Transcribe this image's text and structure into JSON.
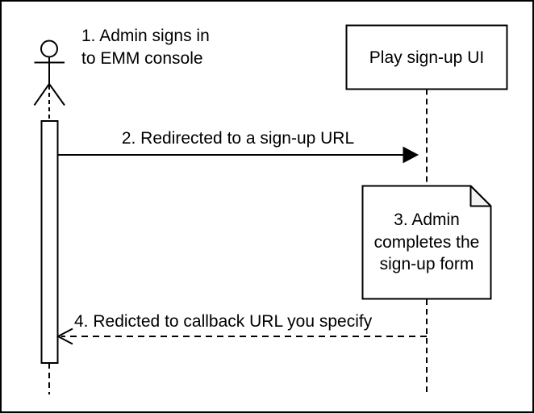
{
  "diagram": {
    "type": "sequence-diagram",
    "colors": {
      "background": "#ffffff",
      "stroke": "#000000",
      "note_fold_fill": "#f2f2f2"
    },
    "actor": {
      "step1_label_line1": "1. Admin signs in",
      "step1_label_line2": "to EMM console"
    },
    "participant": {
      "label": "Play sign-up UI"
    },
    "messages": [
      {
        "label": "2. Redirected to a sign-up URL",
        "line_style": "solid",
        "direction": "left-to-right"
      },
      {
        "label": "4. Redicted to callback URL you specify",
        "line_style": "dashed",
        "direction": "right-to-left"
      }
    ],
    "note": {
      "line1": "3. Admin",
      "line2": "completes the",
      "line3": "sign-up form"
    }
  }
}
